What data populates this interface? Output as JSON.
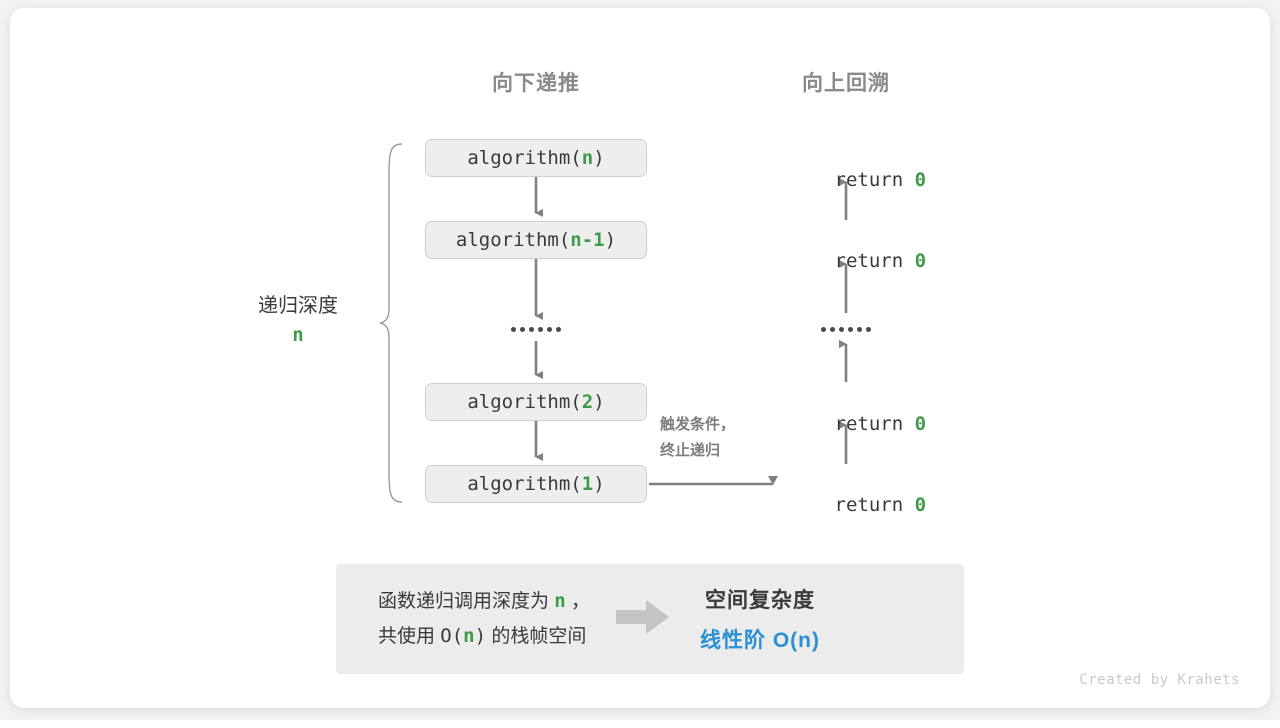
{
  "headers": {
    "down": "向下递推",
    "up": "向上回溯"
  },
  "calls": [
    {
      "prefix": "algorithm(",
      "arg": "n",
      "suffix": ")"
    },
    {
      "prefix": "algorithm(",
      "arg": "n-1",
      "suffix": ")"
    },
    {
      "prefix": "algorithm(",
      "arg": "2",
      "suffix": ")"
    },
    {
      "prefix": "algorithm(",
      "arg": "1",
      "suffix": ")"
    }
  ],
  "returns": [
    {
      "keyword": "return ",
      "value": "0"
    },
    {
      "keyword": "return ",
      "value": "0"
    },
    {
      "keyword": "return ",
      "value": "0"
    },
    {
      "keyword": "return ",
      "value": "0"
    }
  ],
  "ellipsis": {
    "dot_count": 6,
    "left_label": "……",
    "right_label": "……"
  },
  "depth": {
    "title": "递归深度",
    "value": "n"
  },
  "trigger_note": {
    "line1": "触发条件，",
    "line2": "终止递归"
  },
  "summary": {
    "left_line1_a": "函数递归调用深度为 ",
    "left_line1_n": "n",
    "left_line1_b": " ，",
    "left_line2_a": "共使用 ",
    "left_line2_o": "O(",
    "left_line2_n": "n",
    "left_line2_c": ")",
    "left_line2_b": " 的栈帧空间",
    "arrow_icon": "right-block-arrow-icon",
    "right_title": "空间复杂度",
    "right_value": "线性阶 O(n)"
  },
  "credit": "Created by Krahets",
  "colors": {
    "accent_green": "#3f9a4a",
    "accent_blue": "#2b8fd4",
    "box_fill": "#eeeeee",
    "box_border": "#cfcfcf",
    "arrow_gray": "#808080",
    "header_gray": "#8a8a8a",
    "panel_fill": "#ececec",
    "card_bg": "#ffffff",
    "page_bg": "#f3f3f3"
  }
}
